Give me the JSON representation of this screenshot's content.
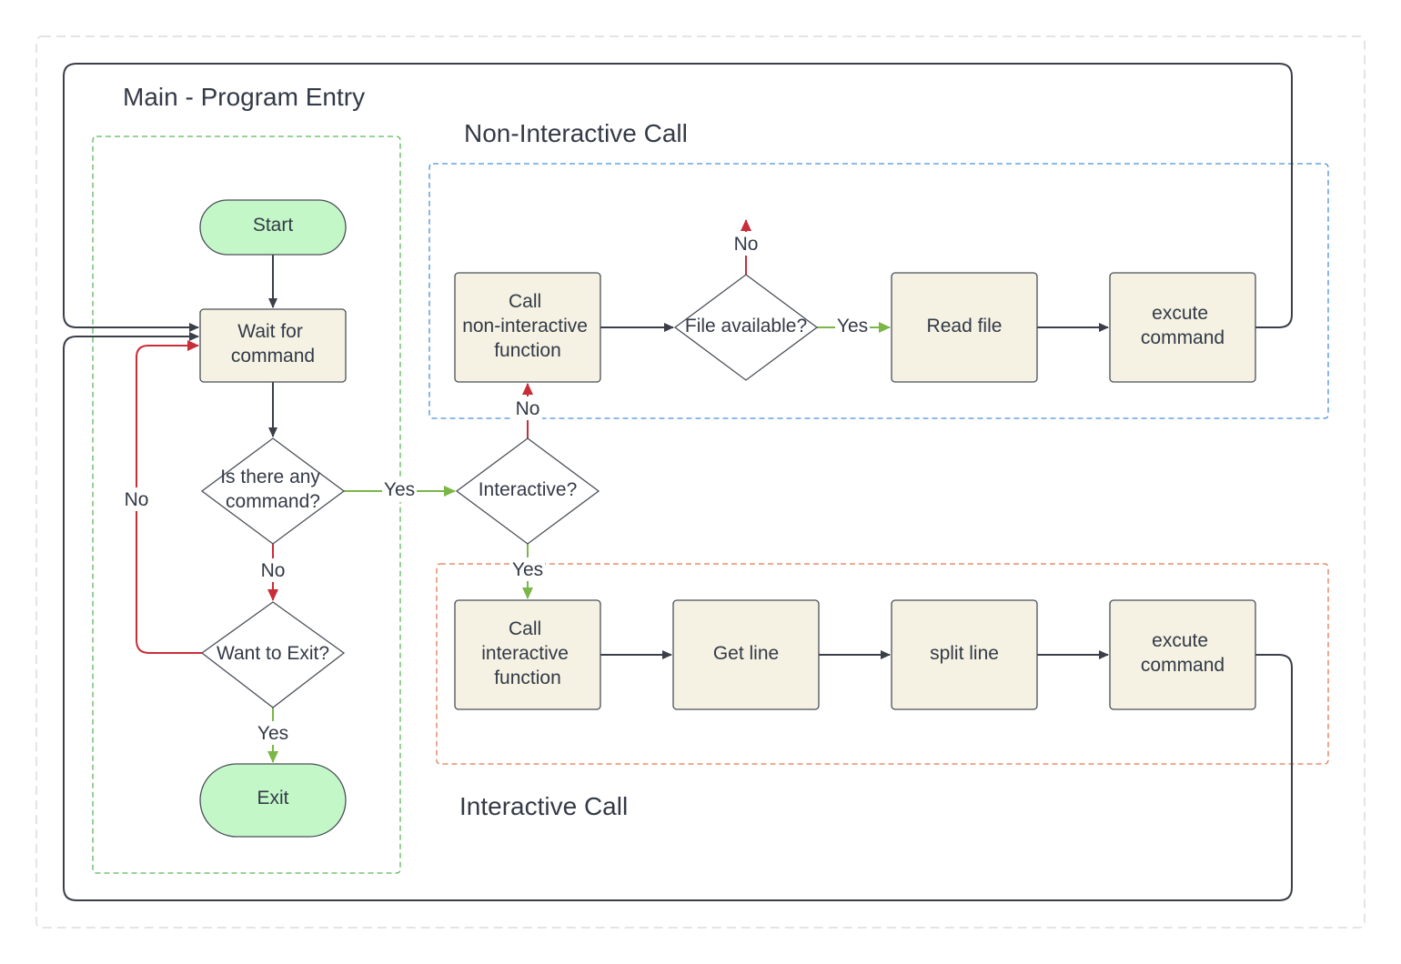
{
  "colors": {
    "process_fill": "#f5f2e3",
    "terminal_fill": "#c3f7c8",
    "stroke": "#4a4f58",
    "edge_default": "#3a3f48",
    "edge_yes": "#7ab648",
    "edge_no": "#c92d39",
    "outer_dash": "#dcdcdc",
    "main_group_dash": "#5cb85c",
    "noninteractive_group_dash": "#4a90d9",
    "interactive_group_dash": "#e07b53"
  },
  "groups": {
    "main": "Main - Program Entry",
    "non_interactive": "Non-Interactive Call",
    "interactive": "Interactive Call"
  },
  "nodes": {
    "start": [
      "Start"
    ],
    "wait": [
      "Wait for",
      "command"
    ],
    "any_command": [
      "Is there any",
      "command?"
    ],
    "want_exit": [
      "Want to Exit?"
    ],
    "exit": [
      "Exit"
    ],
    "interactive_q": [
      "Interactive?"
    ],
    "call_noninteractive": [
      "Call",
      "non-interactive",
      "function"
    ],
    "file_available": [
      "File available?"
    ],
    "read_file": [
      "Read file"
    ],
    "execute_top": [
      "excute",
      "command"
    ],
    "call_interactive": [
      "Call",
      "interactive",
      "function"
    ],
    "get_line": [
      "Get line"
    ],
    "split_line": [
      "split line"
    ],
    "execute_bottom": [
      "excute",
      "command"
    ]
  },
  "edge_labels": {
    "any_to_interactive": "Yes",
    "any_to_exit": "No",
    "exit_to_wait": "No",
    "exit_yes": "Yes",
    "interactive_no": "No",
    "interactive_yes": "Yes",
    "file_yes": "Yes",
    "file_no": "No"
  }
}
